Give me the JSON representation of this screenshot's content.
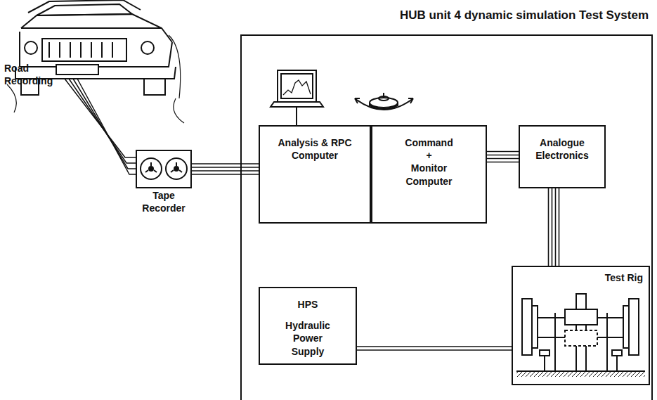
{
  "diagram": {
    "title": "HUB unit 4 dynamic simulation Test System",
    "nodes": [
      {
        "text": [
          "Tape Recorder"
        ]
      },
      {
        "text": [
          "Analysis & RPC Computer"
        ]
      },
      {
        "text": [
          "Command + Monitor Computer"
        ]
      },
      {
        "text": [
          "Analogue Electronics"
        ]
      },
      {
        "text": [
          "Test Rig"
        ]
      },
      {
        "text": [
          "HPS",
          "Hydraulic Power Supply"
        ]
      }
    ],
    "edges": [
      {
        "from": 0,
        "to": 1,
        "arrow": "none"
      },
      {
        "from": 2,
        "to": 3,
        "arrow": "none"
      },
      {
        "from": 3,
        "to": 4,
        "arrow": "none"
      },
      {
        "from": 5,
        "to": 4,
        "arrow": "none"
      }
    ],
    "labels": [
      "Road Recording"
    ]
  }
}
